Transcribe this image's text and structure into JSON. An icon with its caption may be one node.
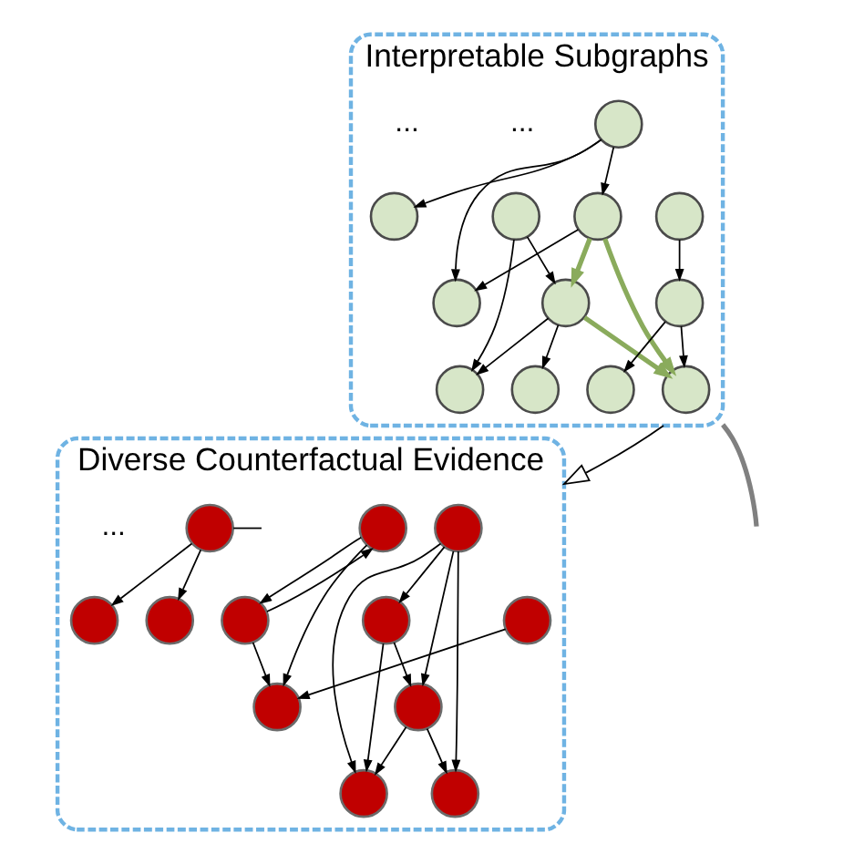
{
  "diagram": {
    "nodes": [
      {
        "text": [
          "Interpretable Subgraphs"
        ]
      },
      {
        "text": [],
        "shape": "circle",
        "in": 0
      },
      {
        "text": [],
        "shape": "circle",
        "in": 0
      },
      {
        "text": [],
        "shape": "circle",
        "in": 0
      },
      {
        "text": [],
        "shape": "circle",
        "in": 0
      },
      {
        "text": [],
        "shape": "circle",
        "in": 0
      },
      {
        "text": [],
        "shape": "circle",
        "in": 0
      },
      {
        "text": [],
        "shape": "circle",
        "in": 0
      },
      {
        "text": [],
        "shape": "circle",
        "in": 0
      },
      {
        "text": [],
        "shape": "circle",
        "in": 0
      },
      {
        "text": [],
        "shape": "circle",
        "in": 0
      },
      {
        "text": [],
        "shape": "circle",
        "in": 0
      },
      {
        "text": [],
        "shape": "circle",
        "in": 0
      },
      {
        "text": [
          "Diverse Counterfactual Evidence"
        ]
      },
      {
        "text": [],
        "shape": "circle",
        "in": 13
      },
      {
        "text": [],
        "shape": "circle",
        "in": 13
      },
      {
        "text": [],
        "shape": "circle",
        "in": 13
      },
      {
        "text": [],
        "shape": "circle",
        "in": 13
      },
      {
        "text": [],
        "shape": "circle",
        "in": 13
      },
      {
        "text": [],
        "shape": "circle",
        "in": 13
      },
      {
        "text": [],
        "shape": "circle",
        "in": 13
      },
      {
        "text": [],
        "shape": "circle",
        "in": 13
      },
      {
        "text": [],
        "shape": "circle",
        "in": 13
      },
      {
        "text": [],
        "shape": "circle",
        "in": 13
      },
      {
        "text": [],
        "shape": "circle",
        "in": 13
      },
      {
        "text": [],
        "shape": "circle",
        "in": 13
      }
    ],
    "edges": [
      {
        "from": 1,
        "to": 2,
        "arrow": "to"
      },
      {
        "from": 1,
        "to": 3,
        "arrow": "to"
      },
      {
        "from": 1,
        "to": 4,
        "arrow": "to"
      },
      {
        "from": 2,
        "to": 4,
        "arrow": "to"
      },
      {
        "from": 5,
        "to": 6,
        "arrow": "to"
      },
      {
        "from": 5,
        "to": 7,
        "arrow": "to"
      },
      {
        "from": 7,
        "to": 6,
        "arrow": "to"
      },
      {
        "from": 7,
        "to": 8,
        "arrow": "to"
      },
      {
        "from": 9,
        "to": 11,
        "arrow": "to"
      },
      {
        "from": 11,
        "to": 10,
        "arrow": "to"
      },
      {
        "from": 11,
        "to": 12,
        "arrow": "to"
      },
      {
        "from": 2,
        "to": 7,
        "arrow": "to",
        "style": "thick",
        "color": "#8aab5c"
      },
      {
        "from": 7,
        "to": 12,
        "arrow": "to",
        "style": "thick",
        "color": "#8aab5c"
      },
      {
        "from": 2,
        "to": 12,
        "arrow": "to",
        "style": "thick",
        "color": "#8aab5c"
      },
      {
        "from": 0,
        "to": null,
        "arrow": "none",
        "style": "thick",
        "color": "#808080"
      },
      {
        "from": 0,
        "to": 13,
        "arrow": "to"
      },
      {
        "from": 14,
        "to": 15,
        "arrow": "to"
      },
      {
        "from": 16,
        "to": 14,
        "arrow": "to"
      },
      {
        "from": 14,
        "to": 17,
        "arrow": "to"
      },
      {
        "from": 16,
        "to": 17,
        "arrow": "to"
      },
      {
        "from": 18,
        "to": 14,
        "arrow": "to"
      },
      {
        "from": 18,
        "to": 15,
        "arrow": "to"
      },
      {
        "from": 18,
        "to": 16,
        "arrow": "to"
      },
      {
        "from": 18,
        "to": 17,
        "arrow": "to"
      },
      {
        "from": 19,
        "to": 20,
        "arrow": "to"
      },
      {
        "from": 22,
        "to": 20,
        "arrow": "to"
      },
      {
        "from": 21,
        "to": 20,
        "arrow": "to"
      },
      {
        "from": 22,
        "to": 21,
        "arrow": "to"
      },
      {
        "from": 21,
        "to": 22,
        "arrow": "to"
      },
      {
        "from": 24,
        "to": 23,
        "arrow": "to"
      },
      {
        "from": 24,
        "to": 25,
        "arrow": "to"
      },
      {
        "from": 24,
        "to": null,
        "arrow": "none"
      }
    ],
    "labels": [
      "...",
      "...",
      "..."
    ]
  }
}
